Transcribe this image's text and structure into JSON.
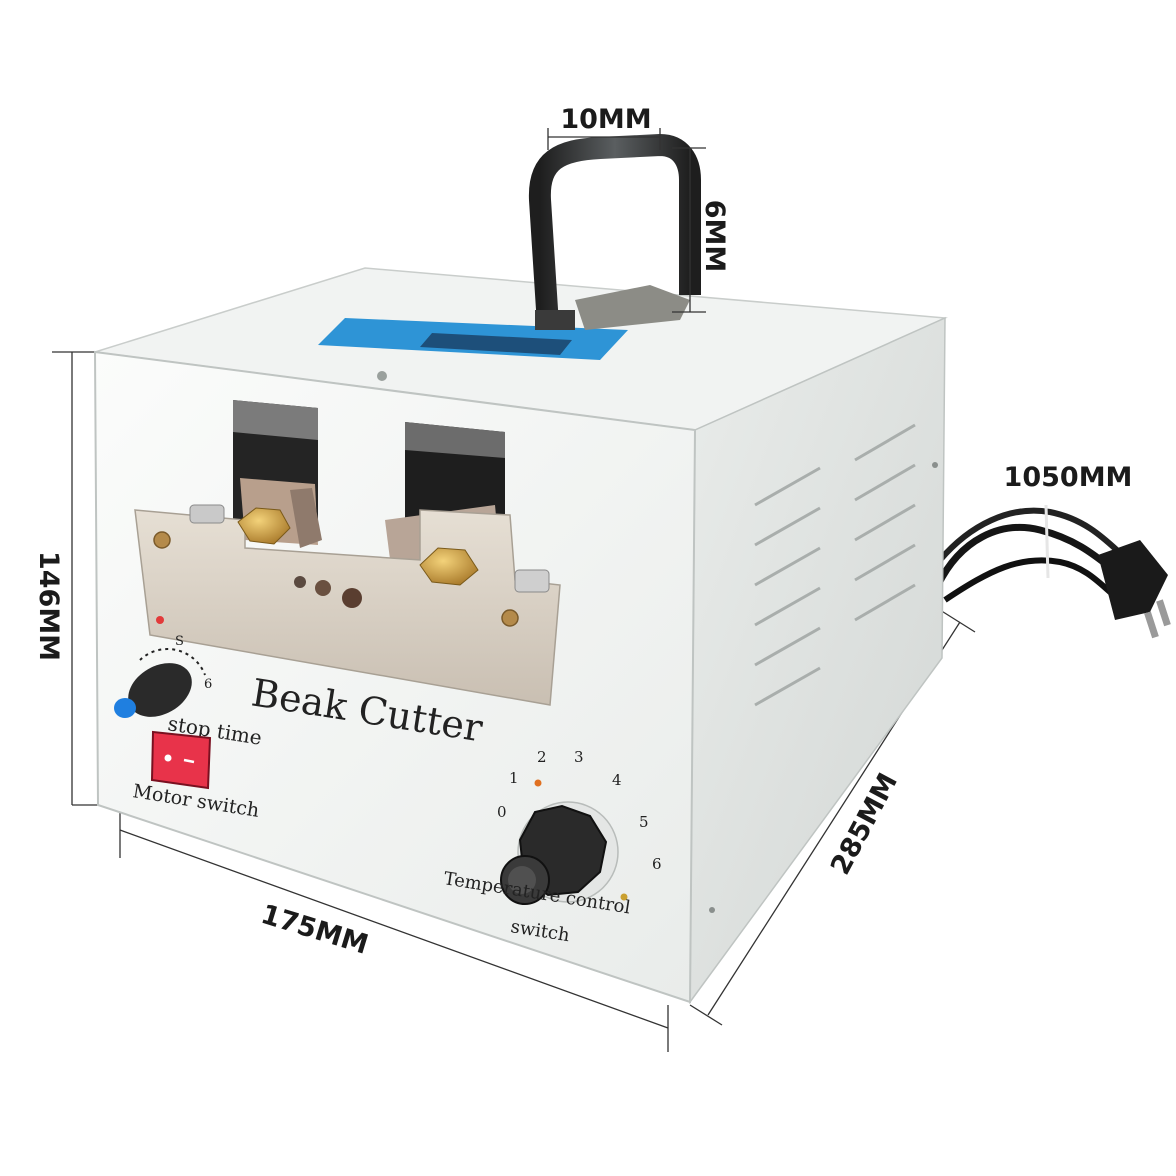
{
  "dimensions": {
    "handle_width": "10MM",
    "handle_height": "6MM",
    "cable_length": "1050MM",
    "height": "146MM",
    "width": "175MM",
    "depth": "285MM"
  },
  "panel": {
    "title": "Beak Cutter",
    "stop_time_label": "stop time",
    "stop_dial_label": "S",
    "stop_dial_max": "6",
    "motor_switch_label": "Motor switch",
    "temp_label_line1": "Temperature control",
    "temp_label_line2": "switch",
    "temp_scale": [
      "0",
      "1",
      "2",
      "3",
      "4",
      "5",
      "6"
    ]
  },
  "colors": {
    "body": "#eef0ee",
    "side": "#dfe2e1",
    "top": "#f0f2f1",
    "label_blue": "#2e94d6",
    "rocker_red": "#e8334a",
    "knob_blue": "#1f7fe0",
    "knob_black": "#2a2a2a",
    "brass": "#c89a3a"
  },
  "icons": [
    "handle-icon",
    "power-plug-icon",
    "rocker-switch-icon",
    "knob-icon"
  ]
}
